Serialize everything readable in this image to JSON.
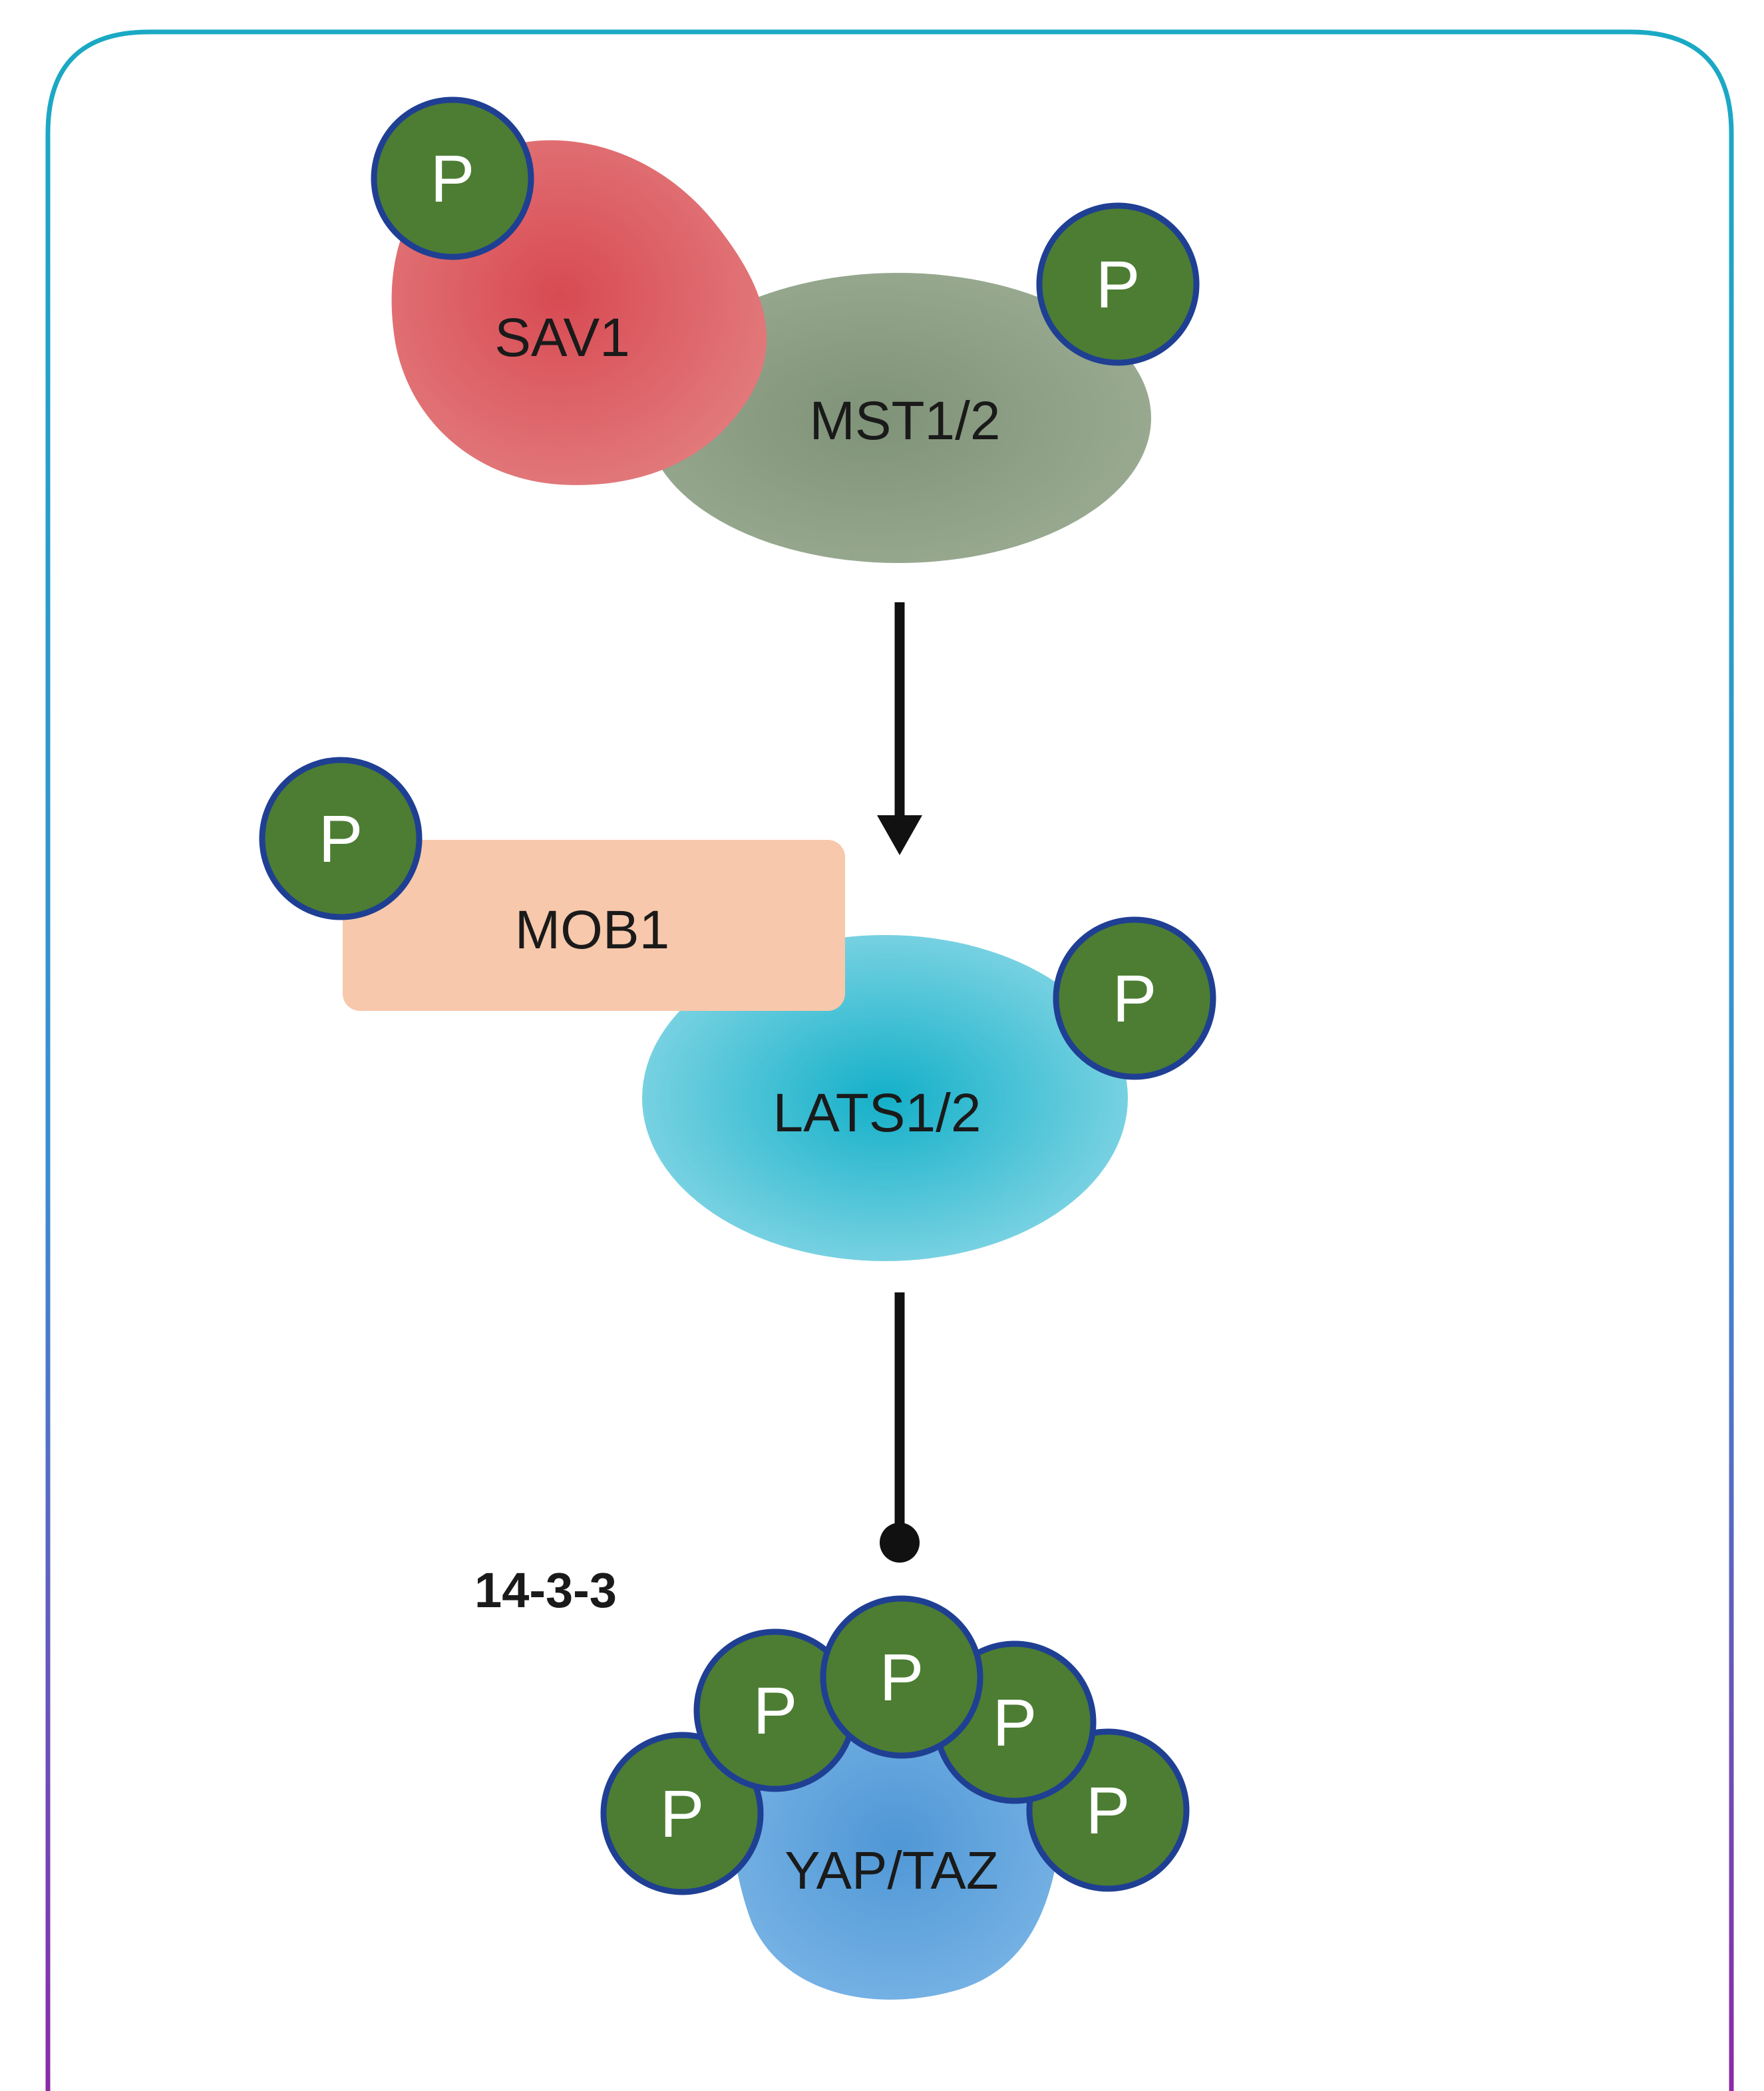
{
  "proteins": {
    "sav1": "SAV1",
    "mst": "MST1/2",
    "mob1": "MOB1",
    "lats": "LATS1/2",
    "yap": "YAP/TAZ"
  },
  "labels": {
    "adaptor": "14-3-3"
  },
  "phospho_label": "P",
  "colors": {
    "frame_top": "#1aa9c4",
    "frame_bottom": "#8b2aa6",
    "sav1": "#d9555b",
    "mst": "#8c9e83",
    "mob1": "#f7c8ab",
    "lats": "#26b8cf",
    "yap": "#5aa1dc",
    "phospho_fill": "#4c7d33",
    "phospho_stroke": "#1f3f93",
    "arrow": "#111111"
  },
  "icons": {
    "phospho": "phosphate-circle-icon",
    "activation": "arrow-icon",
    "inhibition": "blunt-inhibition-icon"
  }
}
